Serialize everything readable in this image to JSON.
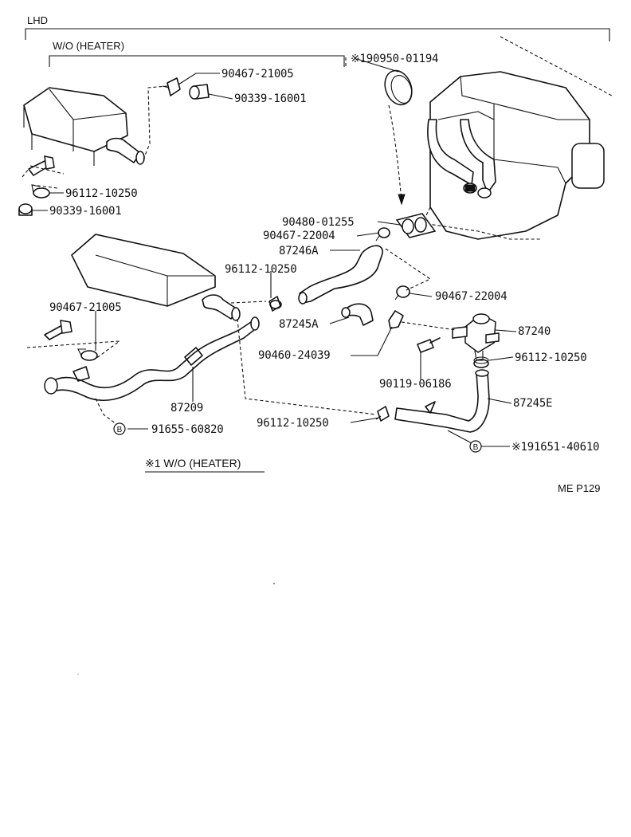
{
  "header": {
    "region_label": "LHD",
    "variant_label": "W/O  (HEATER)"
  },
  "parts": {
    "clip_top": "90467-21005",
    "cap_top": "90339-16001",
    "grommet": "※190950-01194",
    "clamp_left_upper": "96112-10250",
    "cap_left": "90339-16001",
    "grommet_plate": "90480-01255",
    "clamp_22004_a": "90467-22004",
    "hose_87246a": "87246A",
    "clamp_mid": "96112-10250",
    "clamp_22004_b": "90467-22004",
    "clip_left_lower": "90467-21005",
    "hose_87245a": "87245A",
    "valve": "87240",
    "bracket": "90460-24039",
    "clamp_right": "96112-10250",
    "bolt": "90119-06186",
    "hose_87245e": "87245E",
    "pipe": "87209",
    "clamp_bottom": "96112-10250",
    "bolt_b_left": "91655-60820",
    "bolt_b_right": "※191651-40610"
  },
  "markers": {
    "b_left": "B",
    "b_right": "B"
  },
  "footnote": "※1 W/O (HEATER)",
  "diagram_code": "ME P129"
}
